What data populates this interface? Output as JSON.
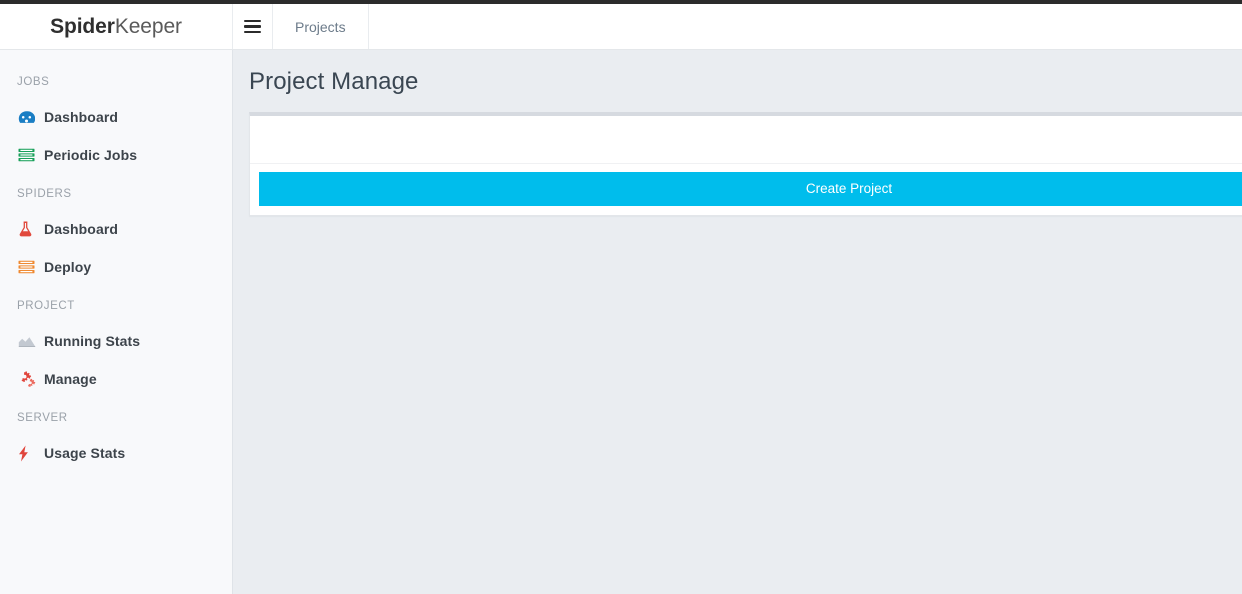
{
  "brand": {
    "part_bold": "Spider",
    "part_light": "Keeper"
  },
  "navbar": {
    "toggle_icon": "hamburger-icon",
    "links": [
      {
        "label": "Projects"
      }
    ]
  },
  "sidebar": {
    "sections": [
      {
        "heading": "JOBS",
        "items": [
          {
            "label": "Dashboard",
            "icon": "dashboard-icon",
            "color": "#1a7ec4"
          },
          {
            "label": "Periodic Jobs",
            "icon": "list-lines-icon",
            "color": "#18a05a"
          }
        ]
      },
      {
        "heading": "SPIDERS",
        "items": [
          {
            "label": "Dashboard",
            "icon": "flask-icon",
            "color": "#e1493c"
          },
          {
            "label": "Deploy",
            "icon": "server-icon",
            "color": "#ef8a32"
          }
        ]
      },
      {
        "heading": "PROJECT",
        "items": [
          {
            "label": "Running Stats",
            "icon": "area-chart-icon",
            "color": "#b6bcc4"
          },
          {
            "label": "Manage",
            "icon": "gears-icon",
            "color": "#e0453c"
          }
        ]
      },
      {
        "heading": "SERVER",
        "items": [
          {
            "label": "Usage Stats",
            "icon": "bolt-icon",
            "color": "#e0453c"
          }
        ]
      }
    ]
  },
  "main": {
    "title": "Project Manage",
    "create_button": "Create Project",
    "accent_color": "#00bdec"
  }
}
